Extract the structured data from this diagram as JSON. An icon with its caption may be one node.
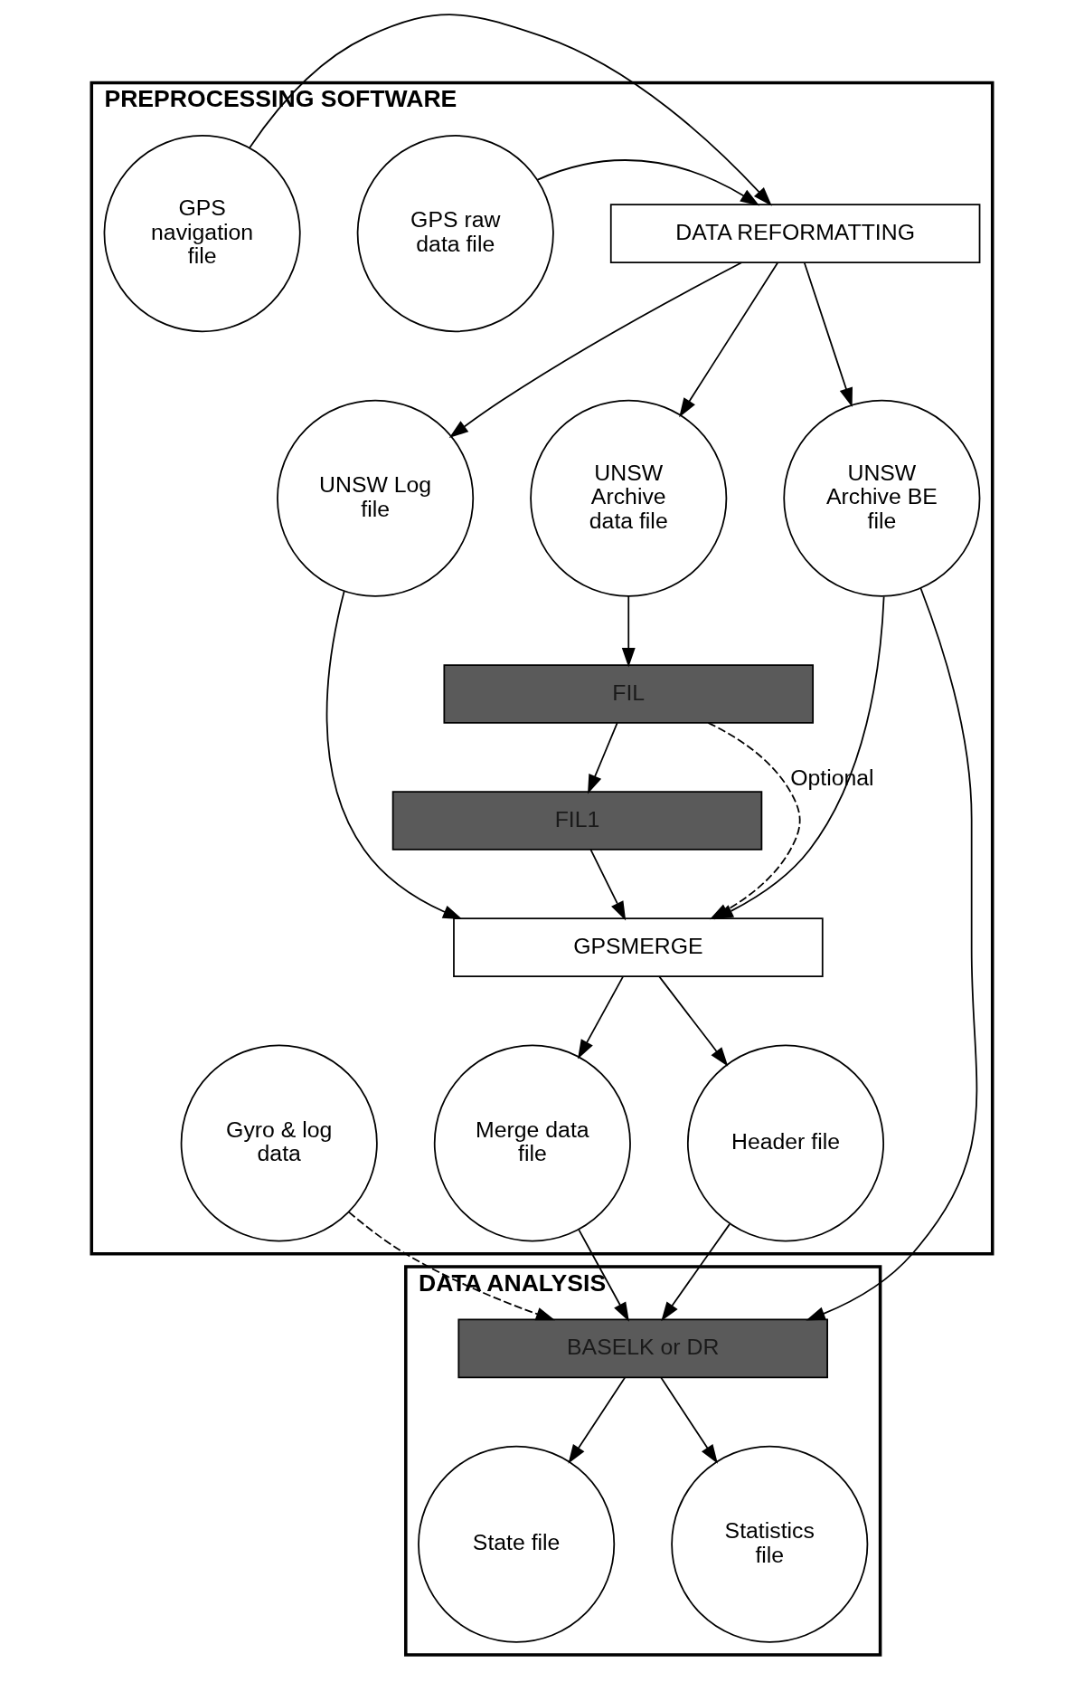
{
  "diagram": {
    "nodes": [
      {
        "text": [
          "PREPROCESSING SOFTWARE"
        ]
      },
      {
        "text": [
          "GPS raw data file"
        ],
        "in": 0
      },
      {
        "text": [
          "DATA REFORMATTING"
        ],
        "in": 0
      },
      {
        "text": [
          "GPS navigation file"
        ],
        "in": 0
      },
      {
        "text": [
          "UNSW Log file"
        ],
        "in": 0
      },
      {
        "text": [
          "UNSW Archive data file"
        ],
        "in": 0
      },
      {
        "text": [
          "UNSW Archive BE file"
        ],
        "in": 0
      },
      {
        "text": [
          "FIL"
        ],
        "in": 0
      },
      {
        "text": [
          "FIL1"
        ],
        "in": 0
      },
      {
        "text": [
          "GPSMERGE"
        ],
        "in": 0
      },
      {
        "text": [
          "Gyro & log data"
        ],
        "in": 0
      },
      {
        "text": [
          "Merge data file"
        ],
        "in": 0
      },
      {
        "text": [
          "Header file"
        ],
        "in": 0
      },
      {
        "text": [
          "DATA ANALYSIS"
        ]
      },
      {
        "text": [
          "BASELK or DR"
        ],
        "in": 13
      },
      {
        "text": [
          "State file"
        ],
        "in": 13
      },
      {
        "text": [
          "Statistics file"
        ],
        "in": 13
      }
    ],
    "edges": [
      {
        "from": 1,
        "to": 2,
        "arrow": "to"
      },
      {
        "from": 3,
        "to": 2,
        "arrow": "to"
      },
      {
        "from": 2,
        "to": 4,
        "arrow": "to"
      },
      {
        "from": 2,
        "to": 5,
        "arrow": "to"
      },
      {
        "from": 2,
        "to": 6,
        "arrow": "to"
      },
      {
        "from": 5,
        "to": 7,
        "arrow": "to"
      },
      {
        "from": 7,
        "to": 8,
        "arrow": "to"
      },
      {
        "from": 8,
        "to": 9,
        "arrow": "to"
      },
      {
        "from": 7,
        "to": 9,
        "arrow": "to",
        "label": "Optional",
        "style": "dashed"
      },
      {
        "from": 4,
        "to": 9,
        "arrow": "to"
      },
      {
        "from": 6,
        "to": 9,
        "arrow": "to"
      },
      {
        "from": 9,
        "to": 11,
        "arrow": "to"
      },
      {
        "from": 9,
        "to": 12,
        "arrow": "to"
      },
      {
        "from": 10,
        "to": 14,
        "arrow": "to",
        "style": "dashed"
      },
      {
        "from": 11,
        "to": 14,
        "arrow": "to"
      },
      {
        "from": 12,
        "to": 14,
        "arrow": "to"
      },
      {
        "from": 6,
        "to": 14,
        "arrow": "to"
      },
      {
        "from": 14,
        "to": 15,
        "arrow": "to"
      },
      {
        "from": 14,
        "to": 16,
        "arrow": "to"
      }
    ]
  }
}
